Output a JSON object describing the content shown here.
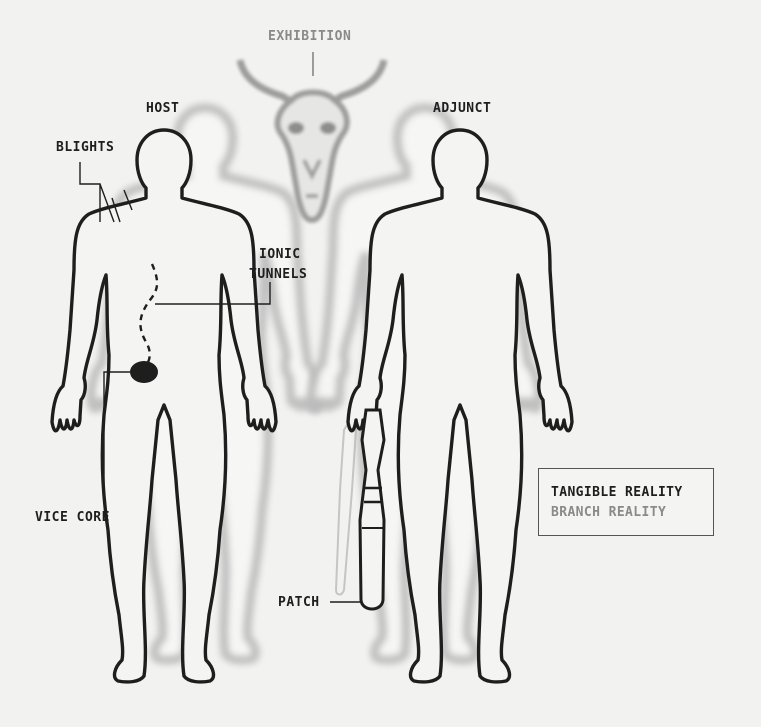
{
  "labels": {
    "exhibition": "EXHIBITION",
    "host": "HOST",
    "adjunct": "ADJUNCT",
    "blights": "BLIGHTS",
    "ionic_line1": "IONIC",
    "ionic_line2": "TUNNELS",
    "vice_core": "VICE CORE",
    "patch": "PATCH"
  },
  "legend": {
    "tangible": "TANGIBLE REALITY",
    "branch": "BRANCH REALITY"
  },
  "colors": {
    "solid_outline": "#1e1e1e",
    "ghost_outline": "#b9b9b9",
    "ghost_text": "#8a8a8a",
    "background": "#f2f2f1"
  }
}
